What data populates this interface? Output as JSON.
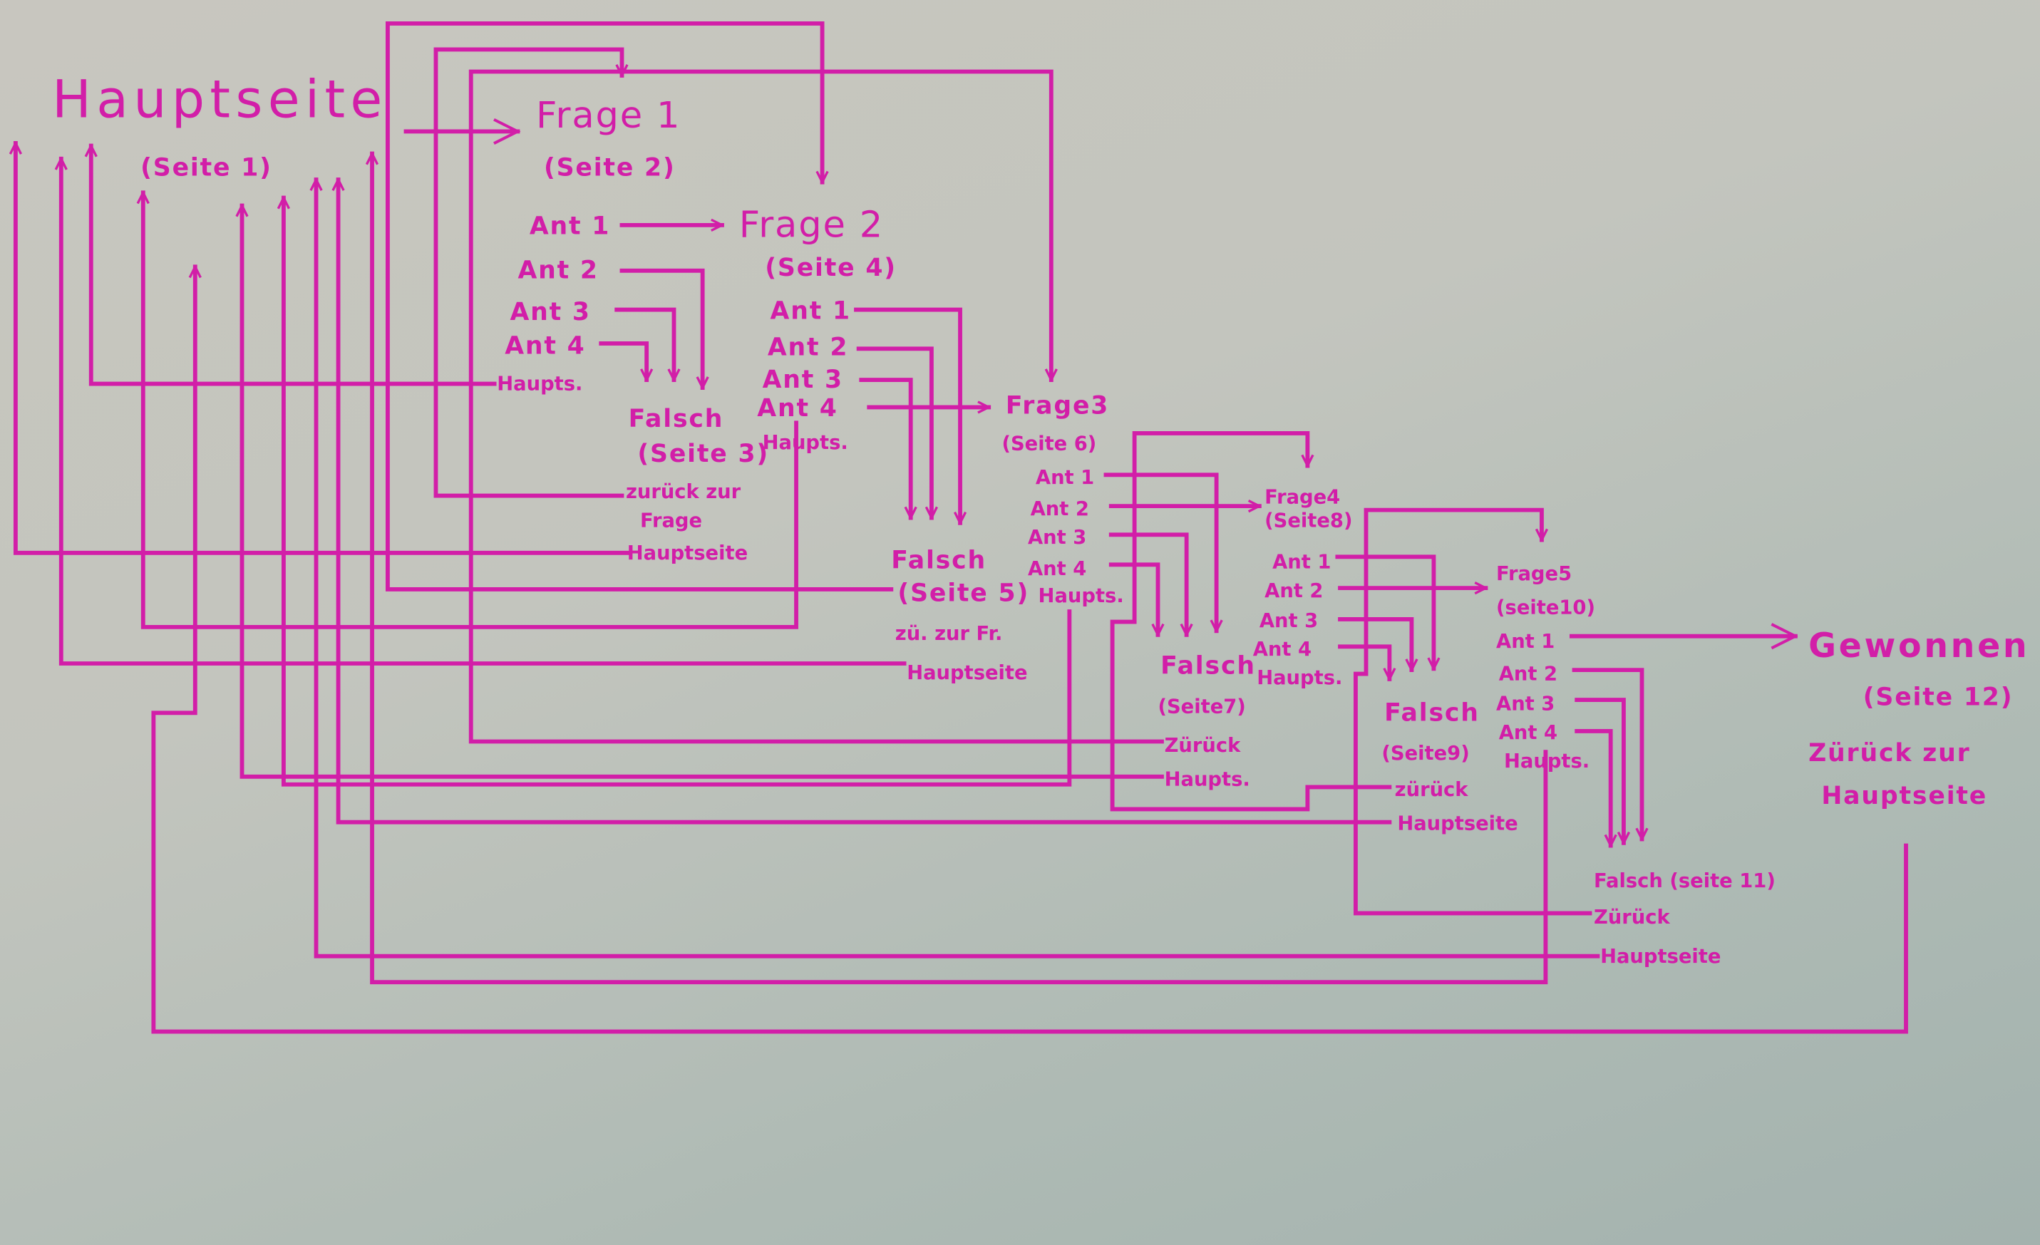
{
  "colors": {
    "ink": "#d21ea8",
    "paper": "#c3c5be"
  },
  "main": {
    "title": "Hauptseite",
    "page": "(Seite 1)"
  },
  "frage1": {
    "title": "Frage 1",
    "page": "(Seite 2)",
    "answers": [
      "Ant 1",
      "Ant 2",
      "Ant 3",
      "Ant 4",
      "Haupts."
    ]
  },
  "falsch3": {
    "title": "Falsch",
    "page": "(Seite 3)",
    "back1": "zurück zur",
    "back2": "Frage",
    "home": "Hauptseite"
  },
  "frage2": {
    "title": "Frage 2",
    "page": "(Seite 4)",
    "answers": [
      "Ant 1",
      "Ant 2",
      "Ant 3",
      "Ant 4",
      "Haupts."
    ]
  },
  "falsch5": {
    "title": "Falsch",
    "page": "(Seite 5)",
    "back": "zü. zur Fr.",
    "home": "Hauptseite"
  },
  "frage3": {
    "title": "Frage3",
    "page": "(Seite 6)",
    "answers": [
      "Ant 1",
      "Ant 2",
      "Ant 3",
      "Ant 4",
      "Haupts."
    ]
  },
  "falsch7": {
    "title": "Falsch",
    "page": "(Seite7)",
    "back": "Zürück",
    "home": "Haupts."
  },
  "frage4": {
    "title": "Frage4",
    "page": "(Seite8)",
    "answers": [
      "Ant 1",
      "Ant 2",
      "Ant 3",
      "Ant 4",
      "Haupts."
    ]
  },
  "falsch9": {
    "title": "Falsch",
    "page": "(Seite9)",
    "back": "zürück",
    "home": "Hauptseite"
  },
  "frage5": {
    "title": "Frage5",
    "page": "(seite10)",
    "answers": [
      "Ant 1",
      "Ant 2",
      "Ant 3",
      "Ant 4",
      "Haupts."
    ]
  },
  "falsch11": {
    "title": "Falsch (seite 11)",
    "back": "Zürück",
    "home": "Hauptseite"
  },
  "gewonnen": {
    "title": "Gewonnen",
    "page": "(Seite 12)",
    "back1": "Zürück zur",
    "back2": "Hauptseite"
  }
}
